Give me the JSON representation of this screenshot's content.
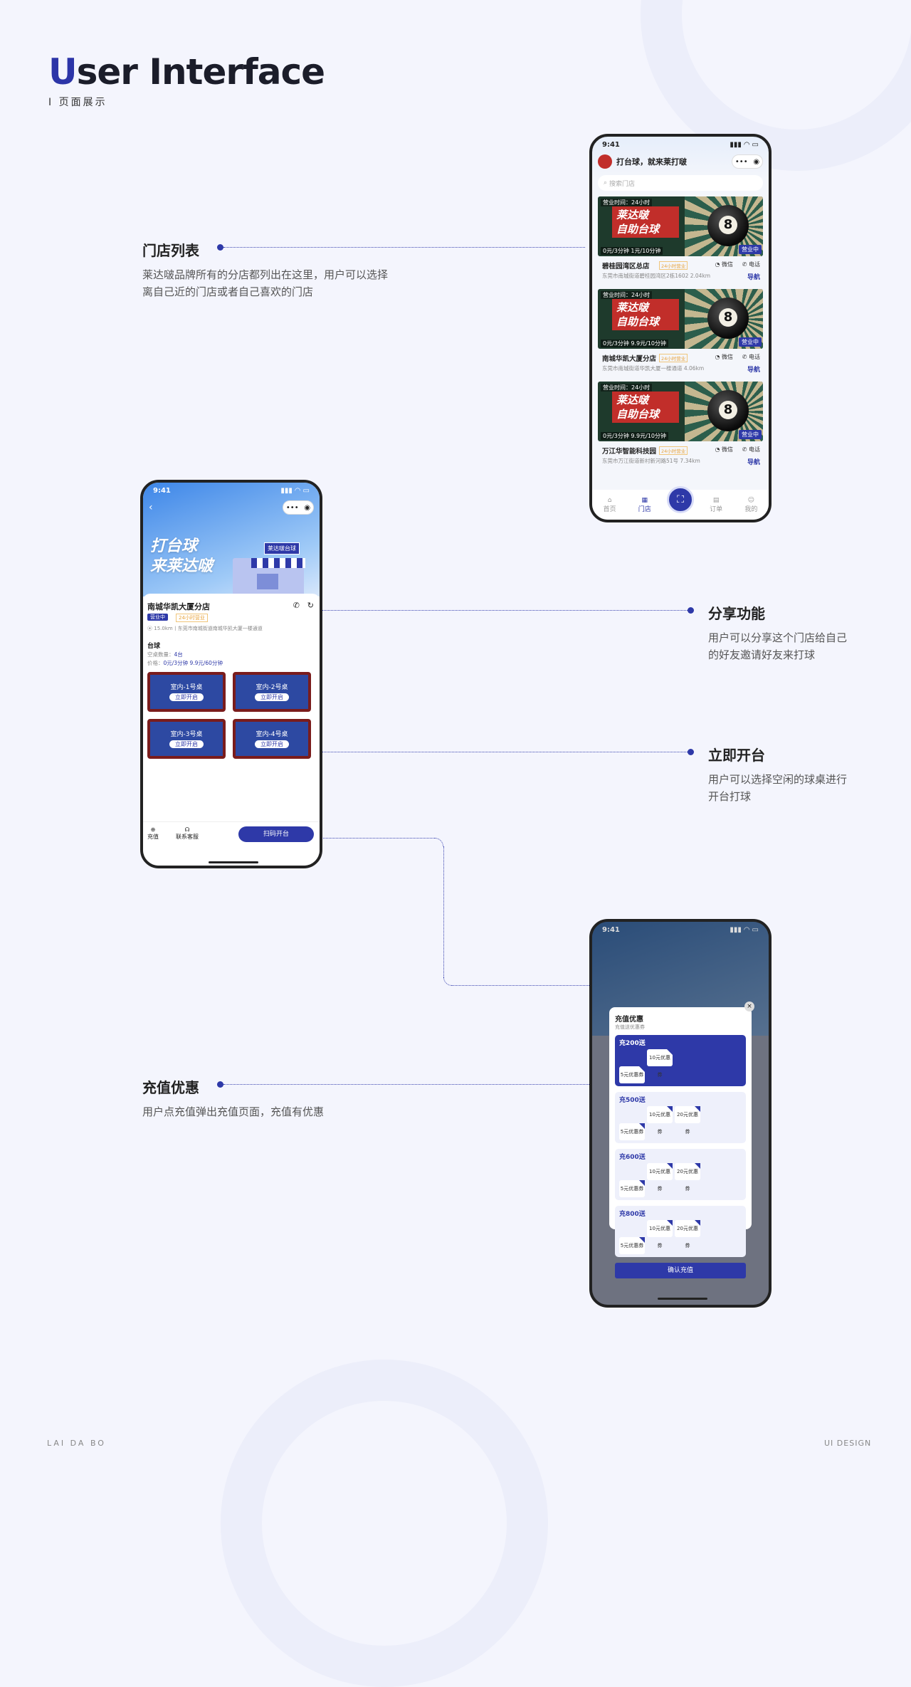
{
  "header": {
    "title_accent": "U",
    "title_rest": "ser Interface",
    "subtitle": "I 页面展示"
  },
  "annotations": [
    {
      "title": "门店列表",
      "desc_line1": "莱达啵品牌所有的分店都列出在这里，用户可以选择",
      "desc_line2": "离自己近的门店或者自己喜欢的门店"
    },
    {
      "title": "分享功能",
      "desc_line1": "用户可以分享这个门店给自己",
      "desc_line2": "的好友邀请好友来打球"
    },
    {
      "title": "立即开台",
      "desc_line1": "用户可以选择空闲的球桌进行",
      "desc_line2": "开台打球"
    },
    {
      "title": "充值优惠",
      "desc_line1": "用户点充值弹出充值页面，充值有优惠",
      "desc_line2": ""
    }
  ],
  "footer": {
    "left": "LAI DA BO",
    "right": "UI DESIGN"
  },
  "phone1": {
    "time": "9:41",
    "app_title": "打台球，就来莱打啵",
    "search_placeholder": "搜索门店",
    "banner": {
      "hours": "营业时间：24小时",
      "brand_line1": "莱达啵",
      "brand_line2": "自助台球",
      "ball": "8",
      "open": "营业中"
    },
    "stores": [
      {
        "name": "碧桂园湾区总店",
        "tag": "24小时营业",
        "price": "0元/3分钟 1元/10分钟",
        "address": "东莞市南城街道碧桂园湾区2栋1602  2.04km",
        "wechat": "微信",
        "phone": "电话",
        "nav": "导航"
      },
      {
        "name": "南城华凯大厦分店",
        "tag": "24小时营业",
        "price": "0元/3分钟 9.9元/10分钟",
        "address": "东莞市南城街道华凯大厦一楼通道  4.06km",
        "wechat": "微信",
        "phone": "电话",
        "nav": "导航"
      },
      {
        "name": "万江华智能科技园",
        "tag": "24小时营业",
        "price": "0元/3分钟 9.9元/10分钟",
        "address": "东莞市万江街道新村新河路51号  7.34km",
        "wechat": "微信",
        "phone": "电话",
        "nav": "导航"
      }
    ],
    "tabs": {
      "home": "首页",
      "store": "门店",
      "order": "订单",
      "mine": "我的"
    }
  },
  "phone2": {
    "time": "9:41",
    "hero_line1": "打台球",
    "hero_line2": "来莱达啵",
    "sign": "莱达啵台球",
    "store_name": "南城华凯大厦分店",
    "status": "营业中",
    "hours_tag": "24小时营业",
    "address": "15.0km丨东莞市南城街道南城华凯大厦一楼通道",
    "section": "台球",
    "free_label": "空桌数量：",
    "free_count": "4台",
    "price_label": "价格：",
    "price_value": "0元/3分钟  9.9元/60分钟",
    "tables": [
      {
        "name": "室内-1号桌",
        "btn": "立即开启"
      },
      {
        "name": "室内-2号桌",
        "btn": "立即开启"
      },
      {
        "name": "室内-3号桌",
        "btn": "立即开启"
      },
      {
        "name": "室内-4号桌",
        "btn": "立即开启"
      }
    ],
    "bottom": {
      "recharge": "充值",
      "service": "联系客服",
      "scan": "扫码开台"
    }
  },
  "phone3": {
    "time": "9:41",
    "title": "充值优惠",
    "subtitle": "充值送优惠券",
    "packs": [
      {
        "label": "充200送",
        "coupons": [
          "5元优惠券",
          "10元优惠券"
        ]
      },
      {
        "label": "充500送",
        "coupons": [
          "5元优惠券",
          "10元优惠券",
          "20元优惠券"
        ]
      },
      {
        "label": "充600送",
        "coupons": [
          "5元优惠券",
          "10元优惠券",
          "20元优惠券"
        ]
      },
      {
        "label": "充800送",
        "coupons": [
          "5元优惠券",
          "10元优惠券",
          "20元优惠券"
        ]
      }
    ],
    "confirm": "确认充值"
  }
}
